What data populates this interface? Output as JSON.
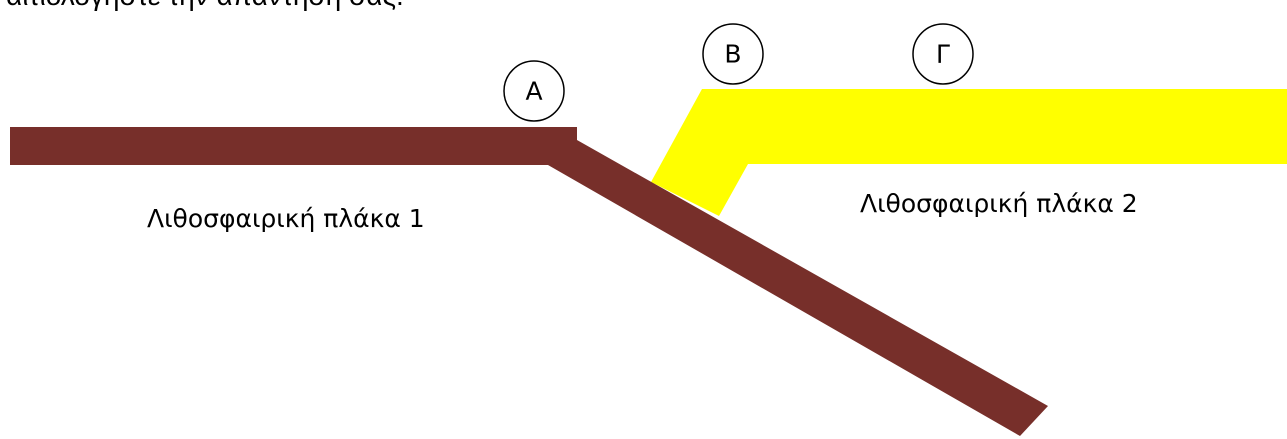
{
  "instruction_text": "αιτιολογήστε την απάντησή σας.",
  "labels": {
    "plate_1": "Λιθοσφαιρική πλάκα 1",
    "plate_2": "Λιθοσφαιρική πλάκα 2"
  },
  "markers": {
    "a": "Α",
    "b": "Β",
    "c": "Γ"
  },
  "colors": {
    "plate_1": "#772f2a",
    "plate_2": "#ffff00",
    "background": "#ffffff"
  }
}
